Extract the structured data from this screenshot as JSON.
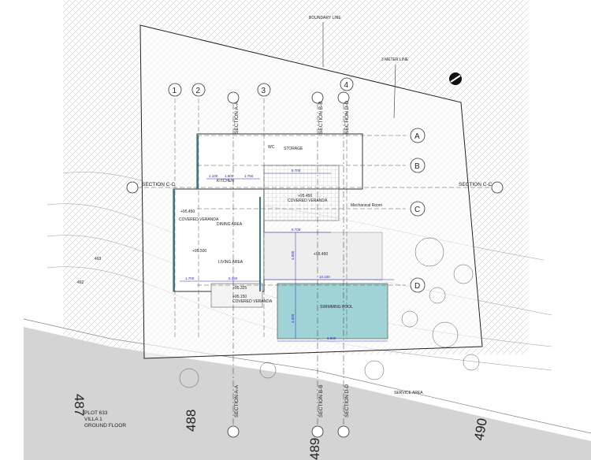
{
  "drawing": {
    "labels": {
      "boundary_line": "BOUNDARY LINE",
      "three_meter_line": "3 METER LINE",
      "kitchen": "KITCHEN",
      "dining": "DINING AREA",
      "living": "LIVING AREA",
      "pool": "SWIMMING POOL",
      "covered_veranda": "COVERED VERANDA",
      "covered_veranda_2": "COVERED VERANDA",
      "covered_veranda_3": "COVERED VERANDA",
      "wc": "WC",
      "storage": "STORAGE",
      "mechanical": "Mechanical Room",
      "service_area": "SERVICE AREA"
    },
    "grid_numbers": [
      "1",
      "2",
      "3",
      "4"
    ],
    "grid_letters": [
      "A",
      "B",
      "C",
      "D"
    ],
    "sections": {
      "aa": "SECTION A-A",
      "bb": "SECTION B-B",
      "dd": "SECTION D-D",
      "cc": "SECTION C-C"
    },
    "dimensions": [
      "1.100",
      "1.600",
      "1.750",
      "6.700",
      "6.700",
      "4.000",
      "10.100",
      "1.700",
      "5.350",
      "4.000",
      "6.500"
    ],
    "levels": [
      "+95.450",
      "+95.500",
      "+95.450",
      "+95.325",
      "+95.150",
      "+95.450"
    ],
    "contours": [
      "487",
      "488",
      "489",
      "490",
      "493",
      "492"
    ],
    "title_block": {
      "plot": "PLOT 633",
      "villa": "VILLA 1",
      "floor": "GROUND FLOOR"
    },
    "colors": {
      "pool": "#9fd3d6",
      "dimension": "#2a2ab0",
      "road": "#d4d4d4",
      "wall": "#3a7c8a"
    }
  }
}
